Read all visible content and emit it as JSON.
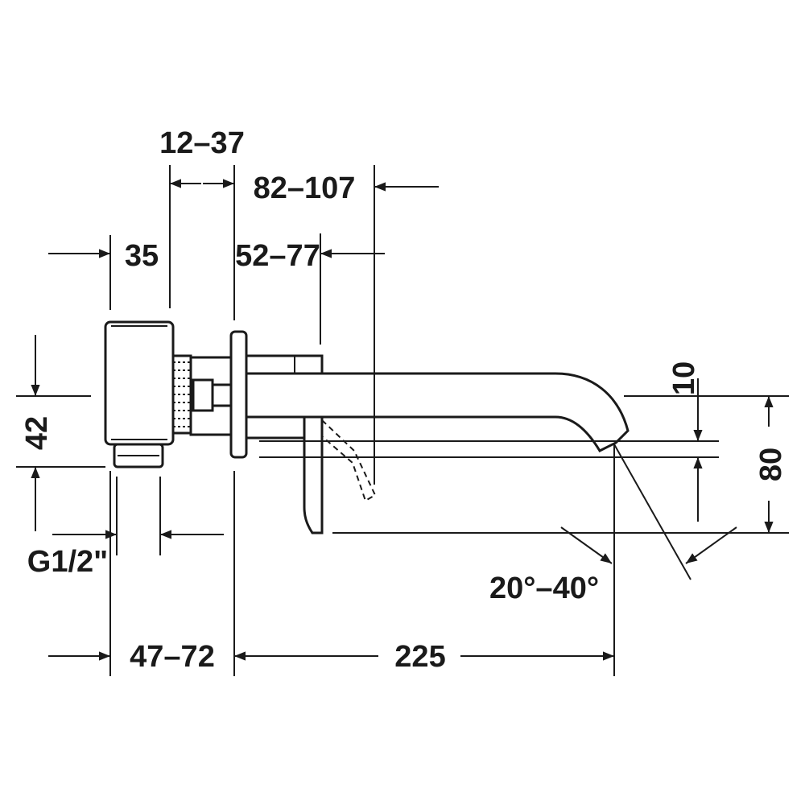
{
  "dimensions": {
    "d_12_37": "12–37",
    "d_82_107": "82–107",
    "d_35": "35",
    "d_52_77": "52–77",
    "d_42": "42",
    "d_10": "10",
    "d_80": "80",
    "d_g12": "G1/2\"",
    "d_angle": "20°–40°",
    "d_47_72": "47–72",
    "d_225": "225"
  }
}
